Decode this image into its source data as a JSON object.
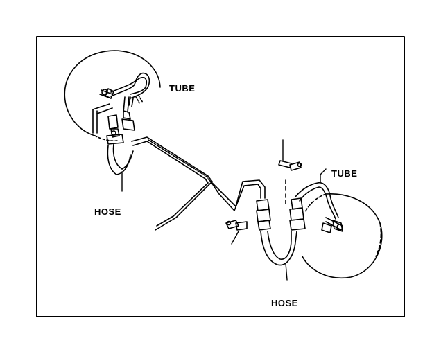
{
  "labels": {
    "tube_left": "TUBE",
    "hose_left": "HOSE",
    "tube_right": "TUBE",
    "hose_right": "HOSE"
  },
  "colors": {
    "ink": "#000000",
    "paper": "#ffffff"
  }
}
